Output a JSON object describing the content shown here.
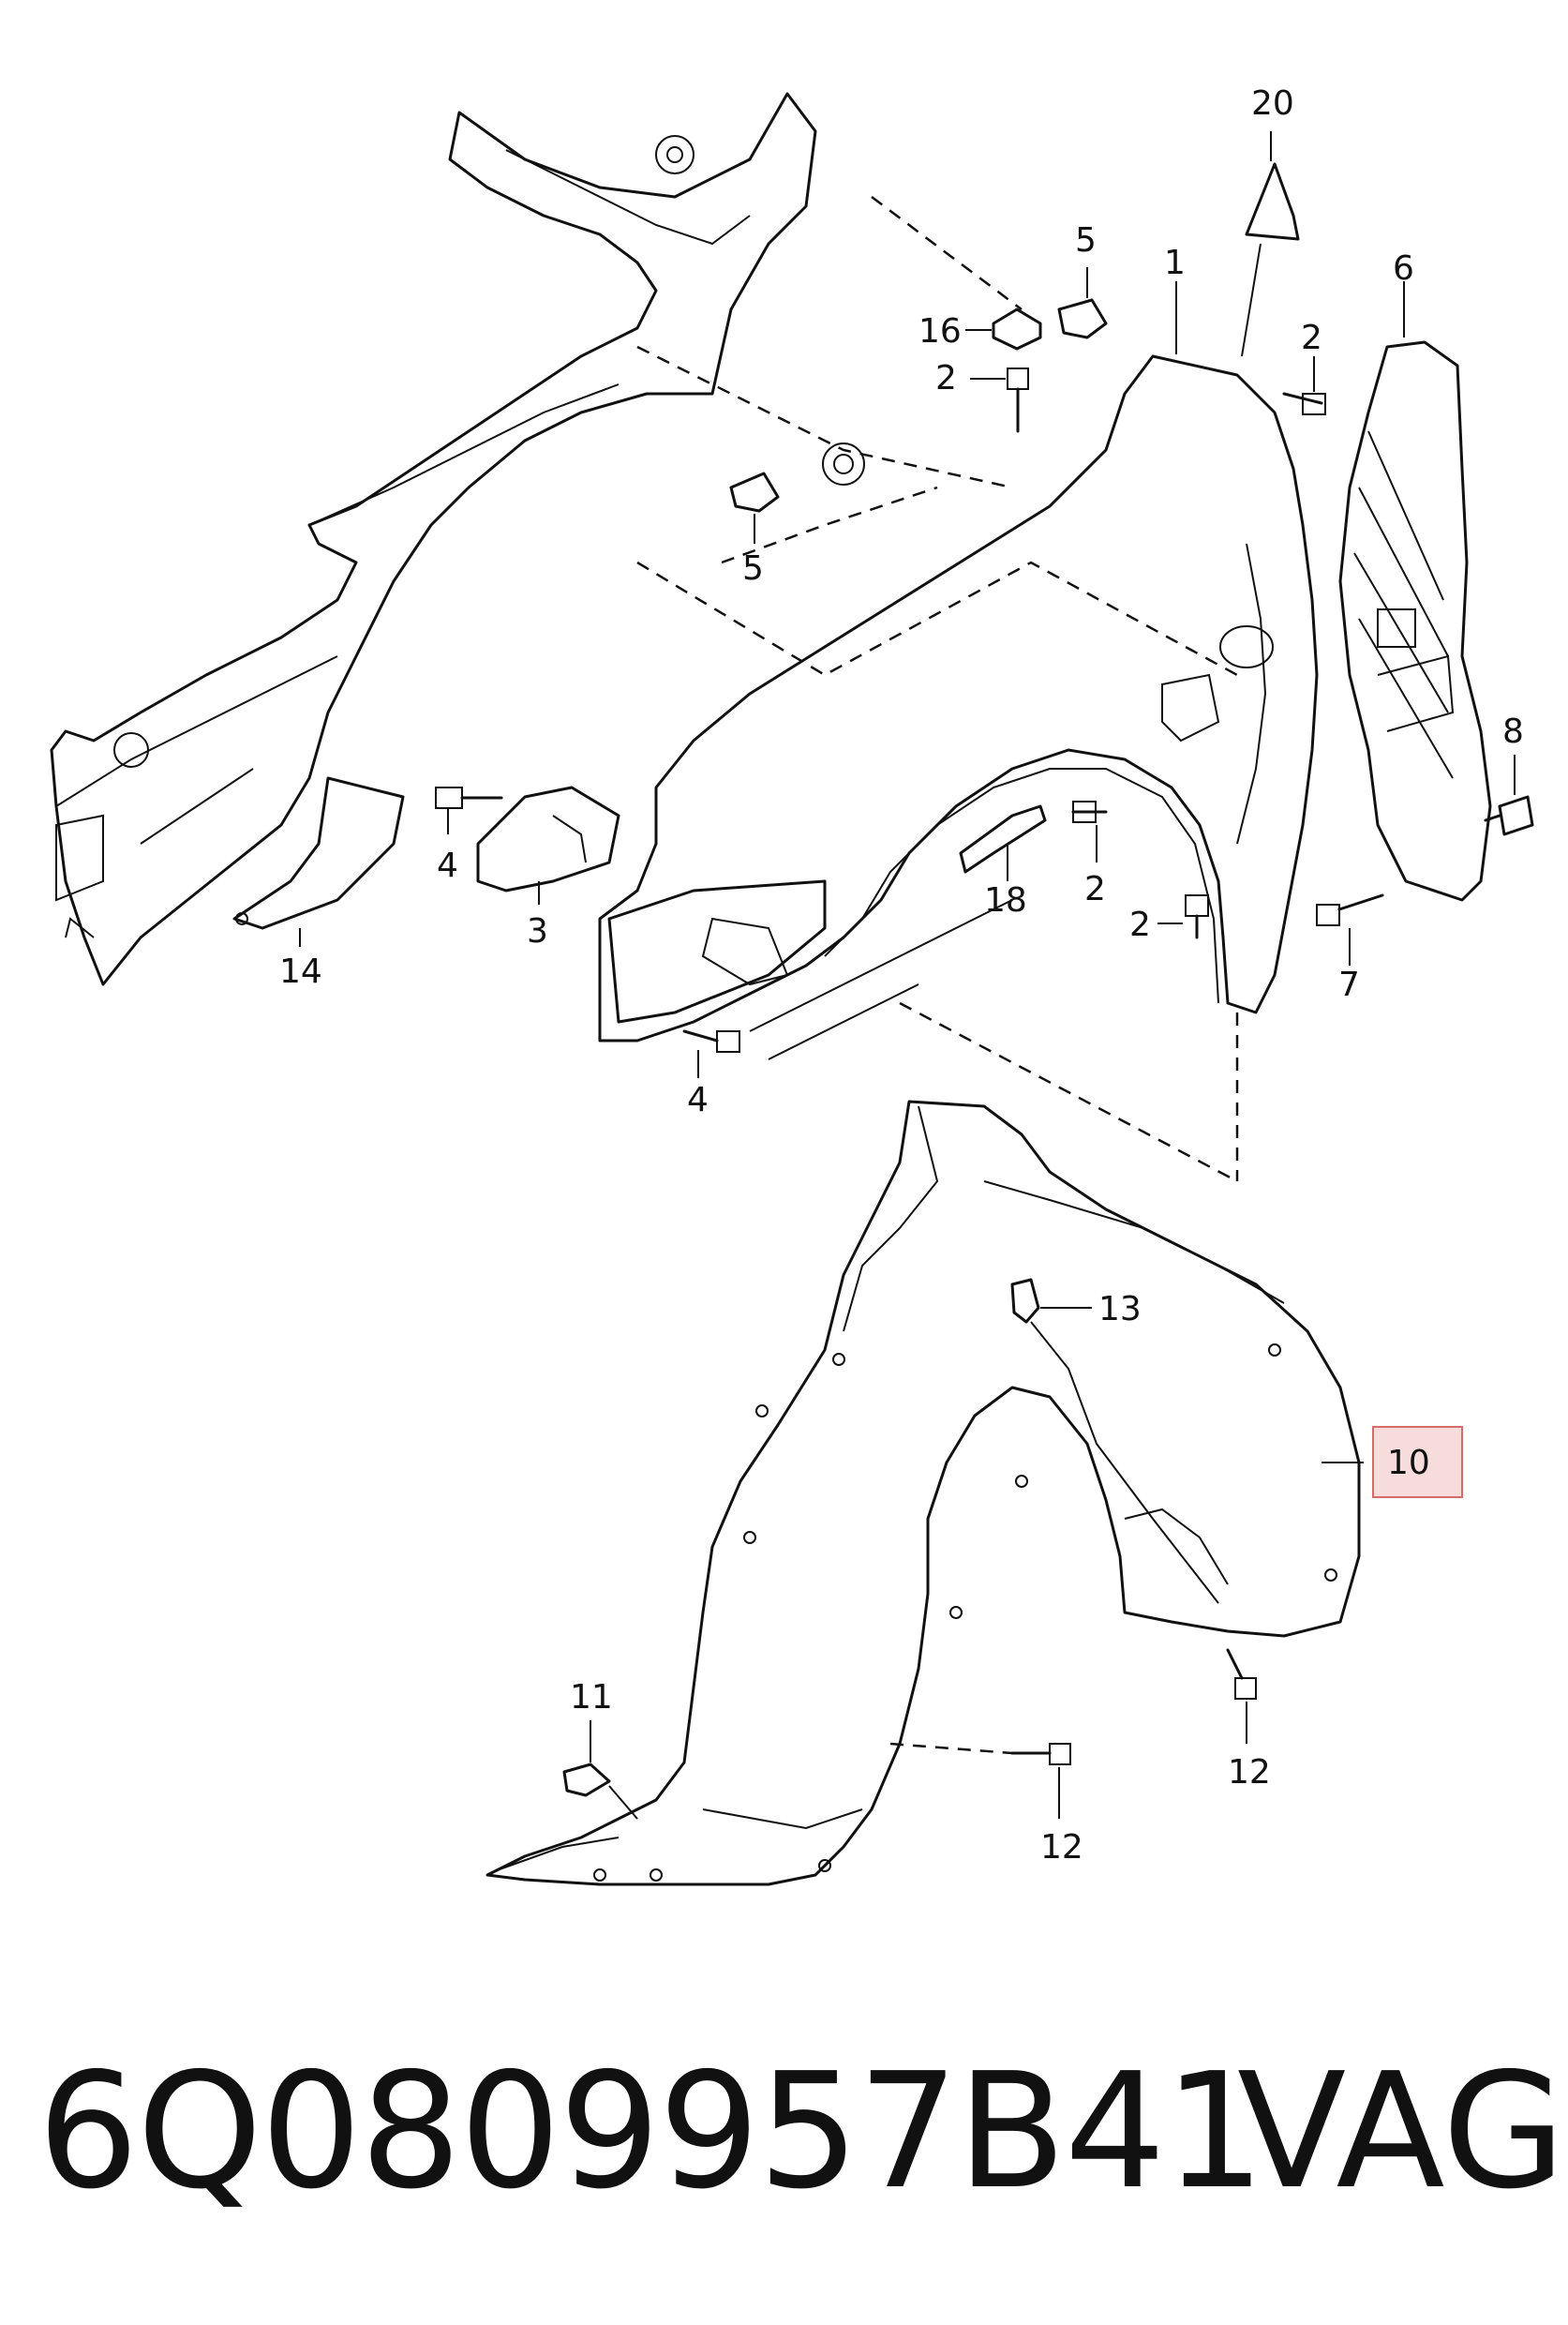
{
  "callouts": {
    "c20": "20",
    "c5a": "5",
    "c16": "16",
    "c1": "1",
    "c6": "6",
    "c2a": "2",
    "c2b": "2",
    "c5b": "5",
    "c8": "8",
    "c4a": "4",
    "c3": "3",
    "c14": "14",
    "c18": "18",
    "c2c": "2",
    "c2d": "2",
    "c7": "7",
    "c4b": "4",
    "c13": "13",
    "c10": "10",
    "c11": "11",
    "c12a": "12",
    "c12b": "12"
  },
  "footer": {
    "part_number": "6Q0809957B41",
    "brand": "VAG"
  },
  "colors": {
    "line": "#111111",
    "highlight_fill": "#f7dcdc",
    "highlight_stroke": "#d56b6b"
  }
}
